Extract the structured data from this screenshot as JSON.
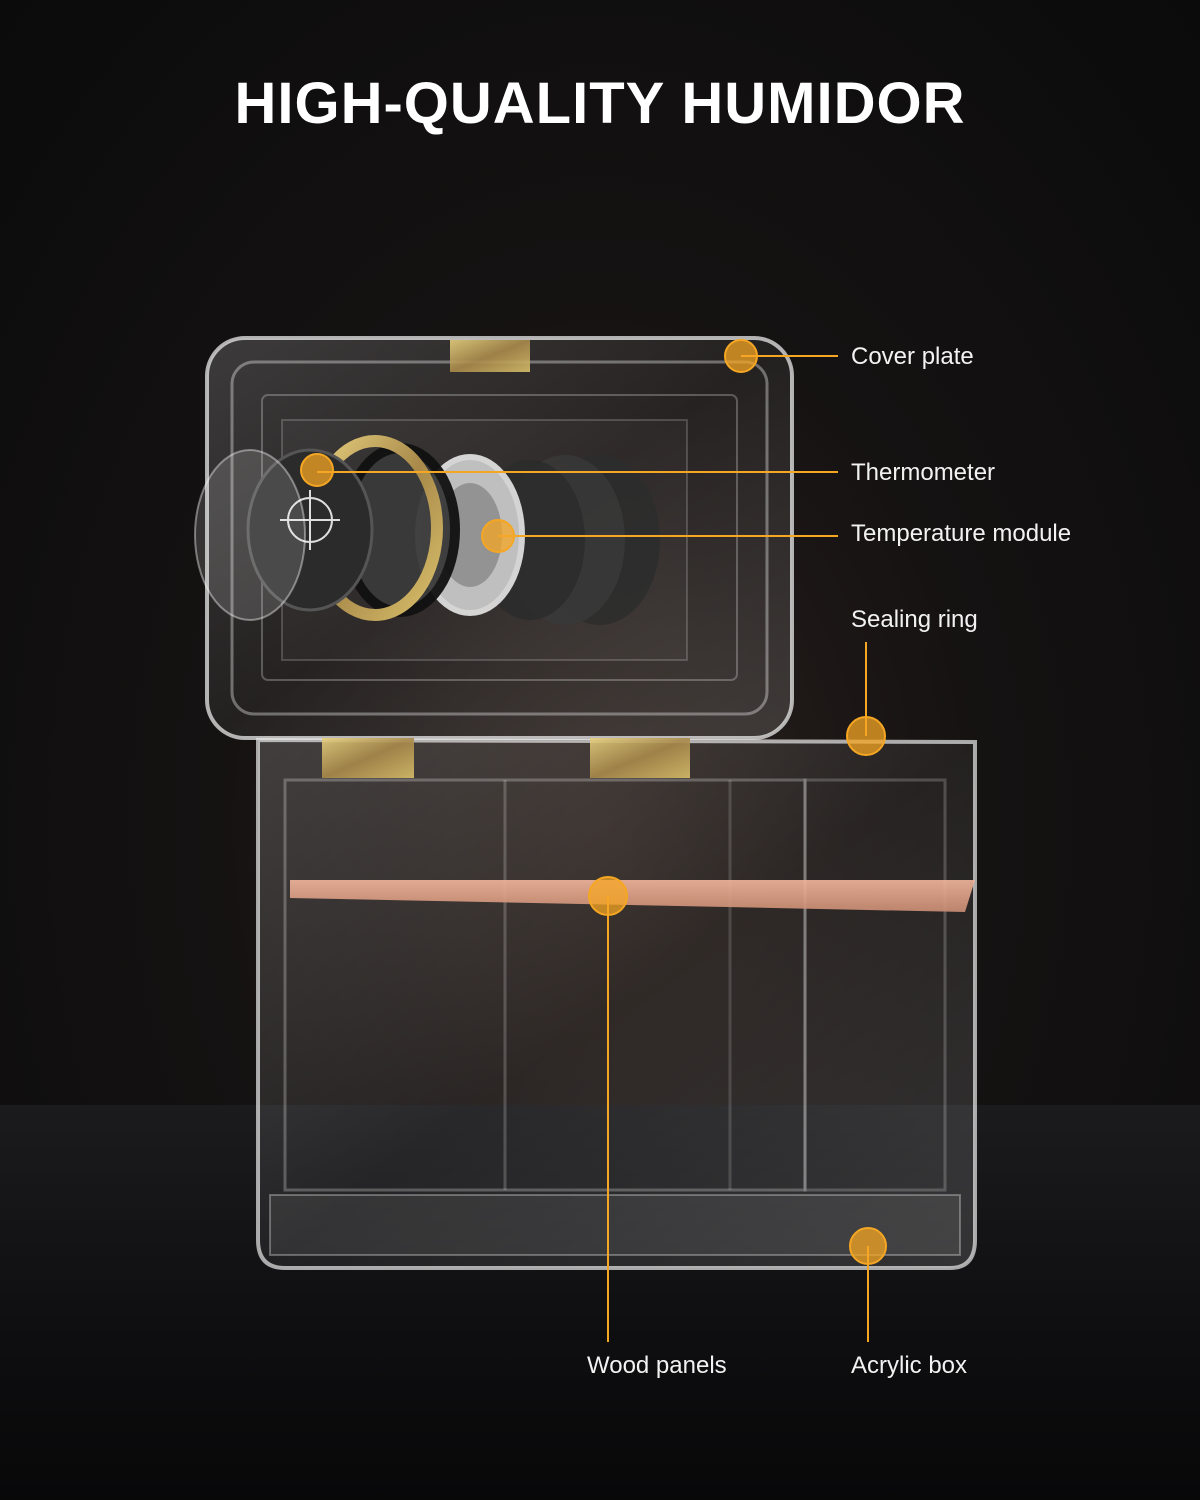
{
  "title": "HIGH-QUALITY HUMIDOR",
  "accent_color": "#f5a623",
  "callouts": [
    {
      "id": "cover-plate",
      "label": "Cover plate"
    },
    {
      "id": "thermometer",
      "label": "Thermometer"
    },
    {
      "id": "temperature-module",
      "label": "Temperature module"
    },
    {
      "id": "sealing-ring",
      "label": "Sealing ring"
    },
    {
      "id": "wood-panels",
      "label": "Wood panels"
    },
    {
      "id": "acrylic-box",
      "label": "Acrylic box"
    }
  ]
}
